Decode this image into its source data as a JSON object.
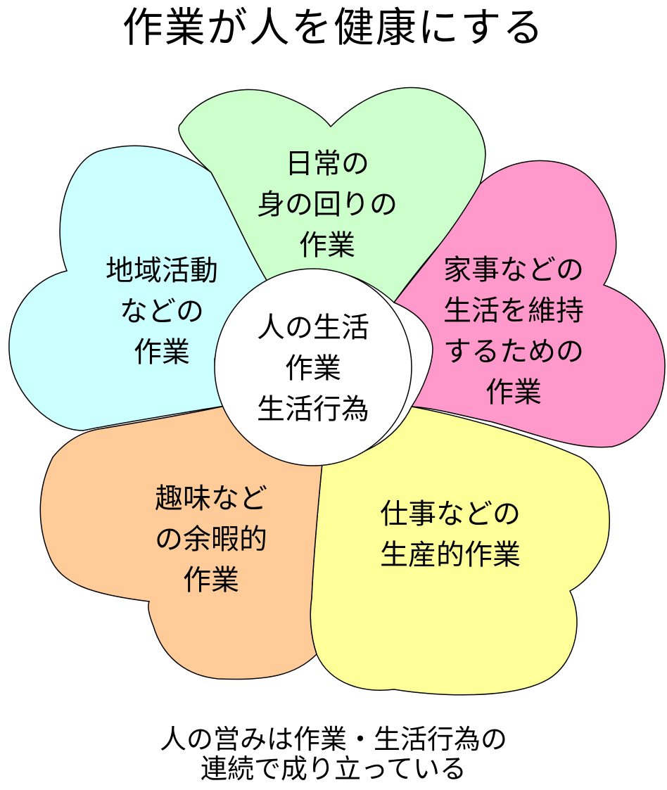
{
  "title": "作業が人を健康にする",
  "center": {
    "lines": [
      "人の生活",
      "作業",
      "生活行為"
    ]
  },
  "petals": {
    "top": {
      "lines": [
        "日常の",
        "身の回りの",
        "作業"
      ],
      "color": "#ccffcc"
    },
    "right": {
      "lines": [
        "家事などの",
        "生活を維持",
        "するための",
        "作業"
      ],
      "color": "#ff99cc"
    },
    "bottom_right": {
      "lines": [
        "仕事などの",
        "生産的作業"
      ],
      "color": "#ffff99"
    },
    "bottom_left": {
      "lines": [
        "趣味など",
        "の余暇的",
        "作業"
      ],
      "color": "#ffcc99"
    },
    "left": {
      "lines": [
        "地域活動",
        "などの",
        "作業"
      ],
      "color": "#ccffff"
    }
  },
  "footer": {
    "lines": [
      "人の営みは作業・生活行為の",
      "連続で成り立っている"
    ]
  }
}
